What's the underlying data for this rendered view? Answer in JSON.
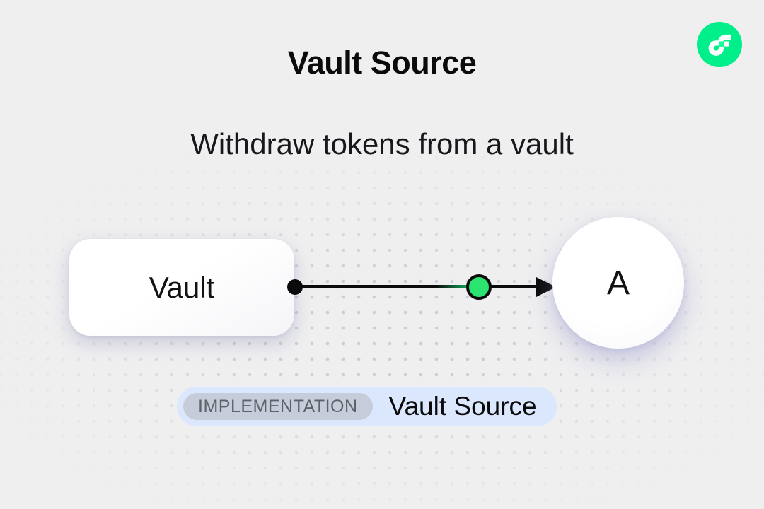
{
  "header": {
    "title": "Vault Source",
    "subtitle": "Withdraw tokens from a vault"
  },
  "logo": {
    "name": "flow-logo",
    "circle_color": "#00EF8B",
    "square_color": "#16FF99",
    "glyph_color": "#FFFFFF"
  },
  "diagram": {
    "vault_node": {
      "label": "Vault"
    },
    "account_node": {
      "label": "A"
    },
    "edge": {
      "line_color": "#0b0b0c",
      "token_color": "#2BE46F"
    }
  },
  "badge": {
    "tag": "IMPLEMENTATION",
    "label": "Vault Source"
  },
  "colors": {
    "background": "#efeff0",
    "dot": "#c9cacd",
    "text": "#0b0b0c",
    "token_green": "#2be46f",
    "badge_bg": "#dbe7fc",
    "badge_tag_bg": "#c6ccd9",
    "badge_tag_text": "#5d6269"
  }
}
